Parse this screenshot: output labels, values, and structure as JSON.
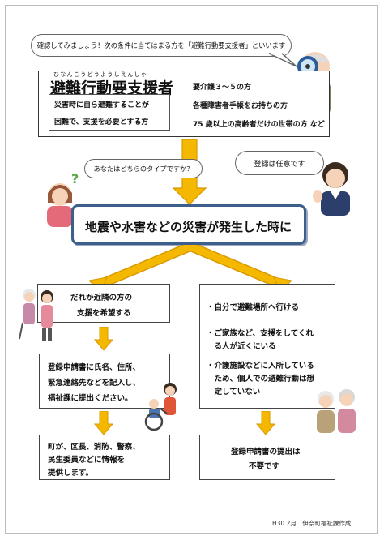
{
  "intro_bubble": "確認してみましょう！次の条件に当てはまる方を「避難行動要支援者」といいます",
  "definition": {
    "ruby": "ひなんこうどうようしえんしゃ",
    "title": "避難行動要支援者",
    "left_lines": [
      "災害時に自ら避難することが",
      "困難で、支援を必要とする方"
    ],
    "right_lines": [
      "要介護３～５の方",
      "各種障害者手帳をお持ちの方",
      "75 歳以上の高齢者だけの世帯の方 など"
    ]
  },
  "question_bubble": "あなたはどちらのタイプですか？",
  "voluntary_bubble": "登録は任意です",
  "disaster_banner": "地震や水害などの災害が発生した時に",
  "left_column": {
    "box1": [
      "だれか近隣の方の",
      "支援を希望する"
    ],
    "box2": [
      "登録申請書に氏名、住所、",
      "緊急連絡先などを記入し、",
      "福祉課に提出ください。"
    ],
    "box3": [
      "町が、区長、消防、警察、",
      "民生委員などに情報を",
      "提供します。"
    ]
  },
  "right_column": {
    "items": [
      [
        "・自分で避難場所へ行ける"
      ],
      [
        "・ご家族など、支援をしてくれ",
        "　る人が近くにいる"
      ],
      [
        "・介護施設などに入所している",
        "　ため、個人での避難行動は想",
        "　定していない"
      ]
    ],
    "box2": [
      "登録申請書の提出は",
      "不要です"
    ]
  },
  "footer": "H30.2月　伊奈町福祉課作成",
  "colors": {
    "arrow": "#f5b800",
    "arrow_edge": "#d89a00",
    "banner_border": "#3c5f8c",
    "text": "#111111"
  }
}
